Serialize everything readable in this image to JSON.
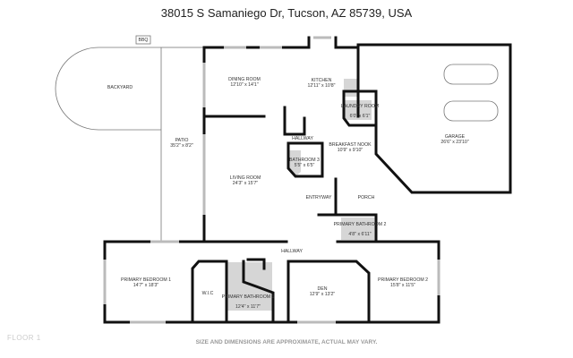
{
  "header": {
    "address": "38015 S Samaniego Dr, Tucson, AZ 85739, USA"
  },
  "rooms": {
    "backyard": {
      "name": "BACKYARD"
    },
    "bbq": {
      "name": "BBQ"
    },
    "patio": {
      "name": "PATIO",
      "size": "35'2\" x 8'2\""
    },
    "dining": {
      "name": "DINING ROOM",
      "size": "12'10\" x 14'1\""
    },
    "kitchen": {
      "name": "KITCHEN",
      "size": "12'11\" x 10'8\""
    },
    "laundry": {
      "name": "LAUNDRY ROOM",
      "size": "6'0\" x 6'1\""
    },
    "garage": {
      "name": "GARAGE",
      "size": "26'6\" x 23'10\""
    },
    "hallway_upper": {
      "name": "HALLWAY"
    },
    "breakfast": {
      "name": "BREAKFAST NOOK",
      "size": "10'9\" x 9'10\""
    },
    "bathroom3": {
      "name": "BATHROOM 3",
      "size": "5'5\" x 6'5\""
    },
    "living": {
      "name": "LIVING ROOM",
      "size": "24'3\" x 15'7\""
    },
    "entryway": {
      "name": "ENTRYWAY"
    },
    "porch": {
      "name": "PORCH"
    },
    "primary_bath2": {
      "name": "PRIMARY BATHROOM 2",
      "size": "4'8\" x 6'11\""
    },
    "hallway_lower": {
      "name": "HALLWAY"
    },
    "primary_bed1": {
      "name": "PRIMARY BEDROOM 1",
      "size": "14'7\" x 18'3\""
    },
    "wic": {
      "name": "W.I.C"
    },
    "primary_bath1": {
      "name": "PRIMARY BATHROOM 1",
      "size": "12'4\" x 11'7\""
    },
    "den": {
      "name": "DEN",
      "size": "12'9\" x 13'2\""
    },
    "primary_bed2": {
      "name": "PRIMARY BEDROOM 2",
      "size": "15'8\" x 11'5\""
    }
  },
  "footer": {
    "floor_label": "FLOOR 1",
    "disclaimer": "SIZE AND DIMENSIONS ARE APPROXIMATE, ACTUAL MAY VARY."
  }
}
